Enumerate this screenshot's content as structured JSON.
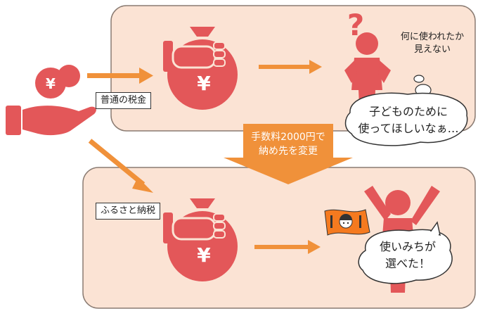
{
  "labels": {
    "normal_tax": "普通の税金",
    "furusato_tax": "ふるさと納税",
    "fee_line1": "手数料2000円で",
    "fee_line2": "納め先を変更",
    "unseen_line1": "何に使われたか",
    "unseen_line2": "見えない",
    "wish_line1": "子どものために",
    "wish_line2": "使ってほしいなぁ…",
    "choice_line1": "使いみちが",
    "choice_line2": "選べた！",
    "yen_symbol": "¥"
  },
  "colors": {
    "red": "#e35759",
    "orange": "#f0913a",
    "panel_fill": "#fbe3d4",
    "panel_border": "#8a7b72",
    "flag_orange": "#f57a1f"
  },
  "icons": [
    "hand-with-coin-icon",
    "money-bag-icon",
    "person-confused-icon",
    "person-cheering-icon",
    "flag-icon",
    "question-mark-icon"
  ]
}
